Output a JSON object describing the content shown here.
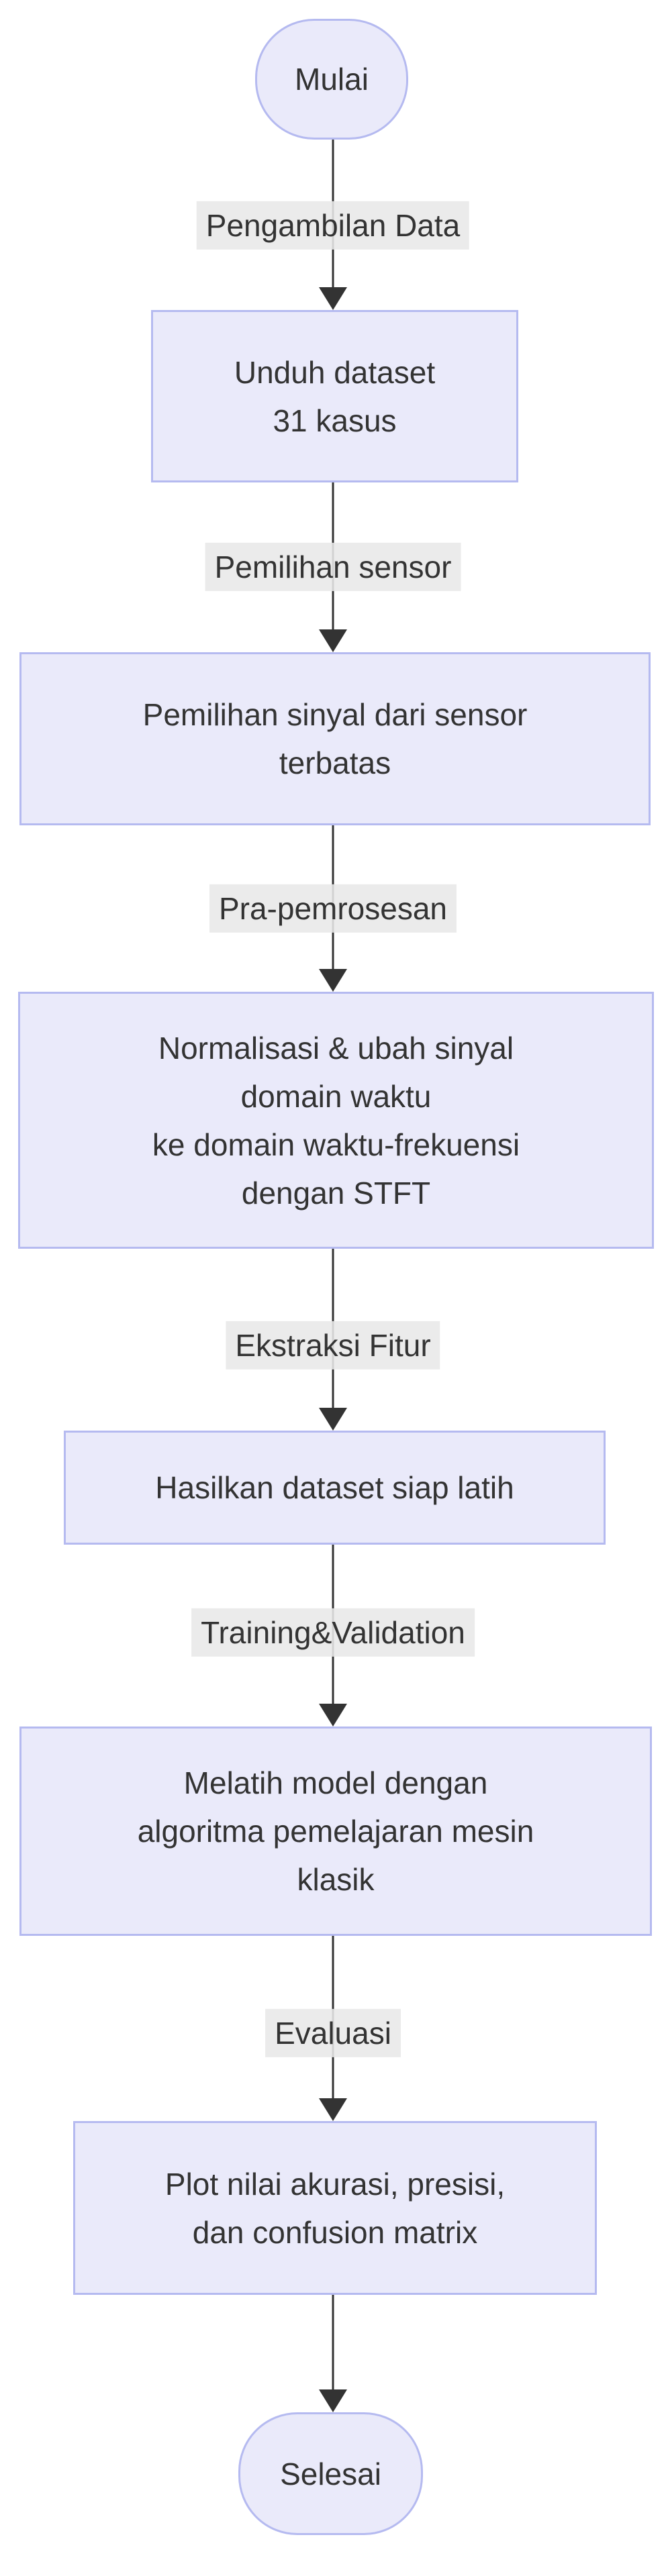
{
  "diagram": {
    "type": "flowchart",
    "direction": "top-down",
    "colors": {
      "background": "#FFFFFF",
      "node_fill": "#EAEAFA",
      "node_border": "#B5BAF0",
      "edge_label_bg": "#E8E8E8",
      "line": "#333333",
      "text": "#333333"
    },
    "nodes": [
      {
        "id": "start",
        "shape": "stadium",
        "lines": [
          "Mulai"
        ]
      },
      {
        "id": "unduh-dataset",
        "shape": "rect",
        "lines": [
          "Unduh dataset",
          "31 kasus"
        ]
      },
      {
        "id": "pemilihan-sinyal",
        "shape": "rect",
        "lines": [
          "Pemilihan sinyal dari sensor",
          "terbatas"
        ]
      },
      {
        "id": "normalisasi-stft",
        "shape": "rect",
        "lines": [
          "Normalisasi & ubah sinyal",
          "domain waktu",
          "ke domain waktu-frekuensi",
          "dengan STFT"
        ]
      },
      {
        "id": "hasilkan-dataset",
        "shape": "rect",
        "lines": [
          "Hasilkan dataset siap latih"
        ]
      },
      {
        "id": "melatih-model",
        "shape": "rect",
        "lines": [
          "Melatih model dengan",
          "algoritma pemelajaran mesin",
          "klasik"
        ]
      },
      {
        "id": "plot-evaluasi",
        "shape": "rect",
        "lines": [
          "Plot nilai akurasi, presisi,",
          "dan confusion matrix"
        ]
      },
      {
        "id": "end",
        "shape": "stadium",
        "lines": [
          "Selesai"
        ]
      }
    ],
    "edges": [
      {
        "from": "start",
        "to": "unduh-dataset",
        "label": "Pengambilan Data"
      },
      {
        "from": "unduh-dataset",
        "to": "pemilihan-sinyal",
        "label": "Pemilihan sensor"
      },
      {
        "from": "pemilihan-sinyal",
        "to": "normalisasi-stft",
        "label": "Pra-pemrosesan"
      },
      {
        "from": "normalisasi-stft",
        "to": "hasilkan-dataset",
        "label": "Ekstraksi Fitur"
      },
      {
        "from": "hasilkan-dataset",
        "to": "melatih-model",
        "label": "Training&Validation"
      },
      {
        "from": "melatih-model",
        "to": "plot-evaluasi",
        "label": "Evaluasi"
      },
      {
        "from": "plot-evaluasi",
        "to": "end"
      }
    ]
  }
}
